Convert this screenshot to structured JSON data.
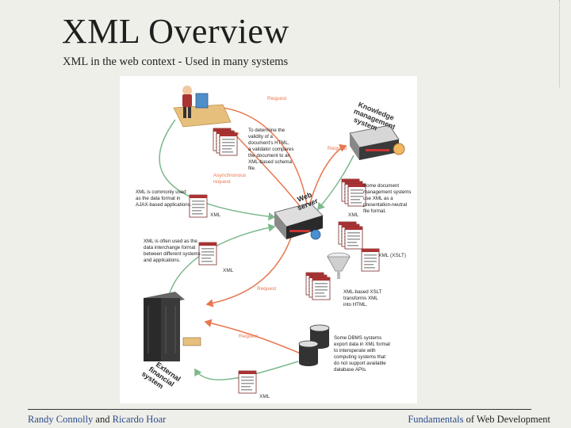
{
  "slide": {
    "title": "XML Overview",
    "subtitle": "XML in the web context - Used in many systems"
  },
  "footer": {
    "author1": "Randy Connolly",
    "and_word": "and",
    "author2": "Ricardo Hoar",
    "book_part1": "Fundamentals",
    "book_part2": "of Web Development"
  },
  "diagram": {
    "web_server": [
      "Web",
      "server"
    ],
    "knowledge_system": [
      "Knowledge",
      "management",
      "system"
    ],
    "external_system": [
      "External",
      "financial",
      "system"
    ],
    "request_label": "Request",
    "async_request": [
      "Asynchronous",
      "request"
    ],
    "xml_label": "XML",
    "xslt_label": "XML (XSLT)",
    "note_validator": [
      "To determine the",
      "validity of a",
      "document's HTML,",
      "a validator compares",
      "the document to an",
      "XML-based schema",
      "file."
    ],
    "note_ajax": [
      "XML is commonly used",
      "as the data format in",
      "AJAX-based applications."
    ],
    "note_interchange": [
      "XML is often used as the",
      "data interchange format",
      "between different systems",
      "and applications."
    ],
    "note_docmgmt": [
      "Some document",
      "management systems",
      "use XML as a",
      "presentation-neutral",
      "file format."
    ],
    "note_xslt": [
      "XML-based XSLT",
      "transforms XML",
      "into HTML."
    ],
    "note_dbms": [
      "Some DBMS systems",
      "export data in XML format",
      "to interoperate with",
      "computing systems that",
      "do not support available",
      "database APIs."
    ]
  },
  "colors": {
    "arrow_orange": "#e8774f",
    "arrow_green": "#7db88d",
    "server_dark": "#2a2a2a",
    "footer_link": "#2a4b8d"
  }
}
